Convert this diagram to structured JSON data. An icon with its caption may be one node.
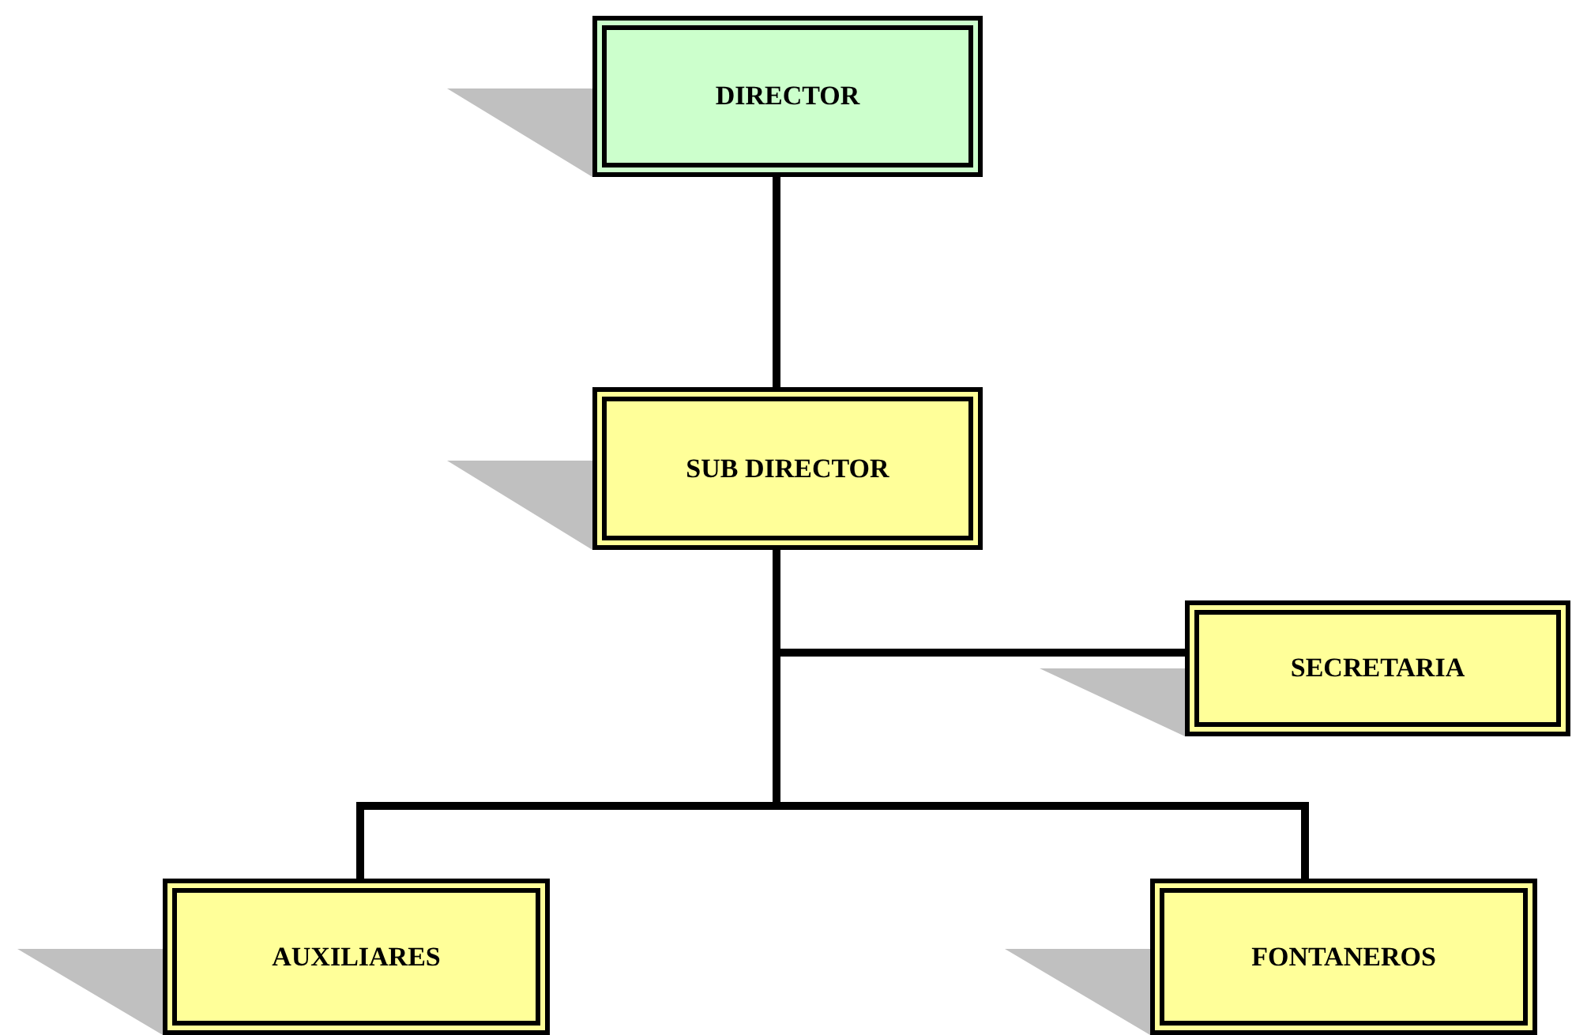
{
  "diagram": {
    "nodes": [
      {
        "text": [
          "DIRECTOR"
        ]
      },
      {
        "text": [
          "SUB DIRECTOR"
        ]
      },
      {
        "text": [
          "SECRETARIA"
        ]
      },
      {
        "text": [
          "AUXILIARES"
        ]
      },
      {
        "text": [
          "FONTANEROS"
        ]
      }
    ],
    "edges": [
      {
        "from": 0,
        "to": 1,
        "arrow": "none"
      },
      {
        "from": 1,
        "to": 2,
        "arrow": "none"
      },
      {
        "from": 1,
        "to": 3,
        "arrow": "none"
      },
      {
        "from": 1,
        "to": 4,
        "arrow": "none"
      }
    ]
  }
}
